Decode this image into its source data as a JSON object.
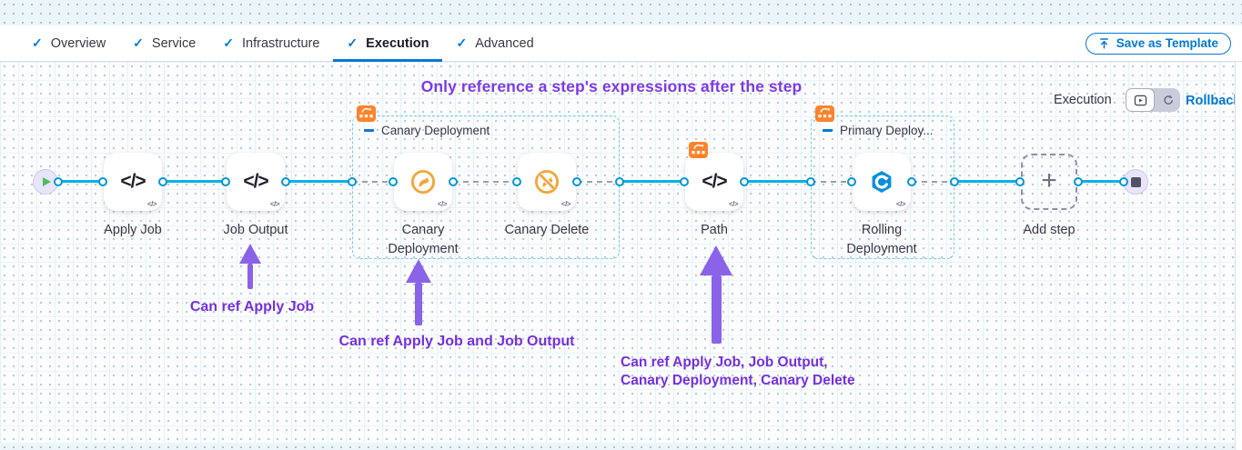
{
  "tab_bar": {
    "tabs": [
      {
        "label": "Overview"
      },
      {
        "label": "Service"
      },
      {
        "label": "Infrastructure"
      },
      {
        "label": "Execution"
      },
      {
        "label": "Advanced"
      }
    ],
    "active_tab": "Execution",
    "save_as_template_label": "Save as Template"
  },
  "mode_switch": {
    "execution_label": "Execution",
    "rollback_label": "Rollback"
  },
  "annotations": {
    "title": "Only reference a step's expressions after the step",
    "job_output_note": "Can ref Apply Job",
    "canary_note": "Can ref Apply Job and Job Output",
    "path_note_line1": "Can ref Apply Job, Job Output,",
    "path_note_line2": "Canary Deployment, Canary Delete"
  },
  "pipeline": {
    "steps": {
      "apply_job": {
        "label": "Apply Job"
      },
      "job_output": {
        "label": "Job Output"
      },
      "canary_deployment": {
        "label": "Canary Deployment"
      },
      "canary_delete": {
        "label": "Canary Delete"
      },
      "path": {
        "label": "Path"
      },
      "rolling_deployment": {
        "label": "Rolling Deployment"
      }
    },
    "groups": {
      "canary": {
        "label": "Canary Deployment"
      },
      "primary": {
        "label": "Primary Deploy..."
      }
    },
    "add_step_label": "Add step"
  },
  "glyphs": {
    "check": "✓",
    "code": "</>",
    "code_small": "</>",
    "plus": "+"
  },
  "colors": {
    "accent_blue": "#0278d5",
    "flow_line": "#0cb0e6",
    "purple_text": "#7430e0",
    "purple_arrow": "#8a63e8",
    "badge_orange": "#ff832b",
    "canary_orange": "#f2a63b",
    "rolling_blue": "#0a8fdc"
  }
}
